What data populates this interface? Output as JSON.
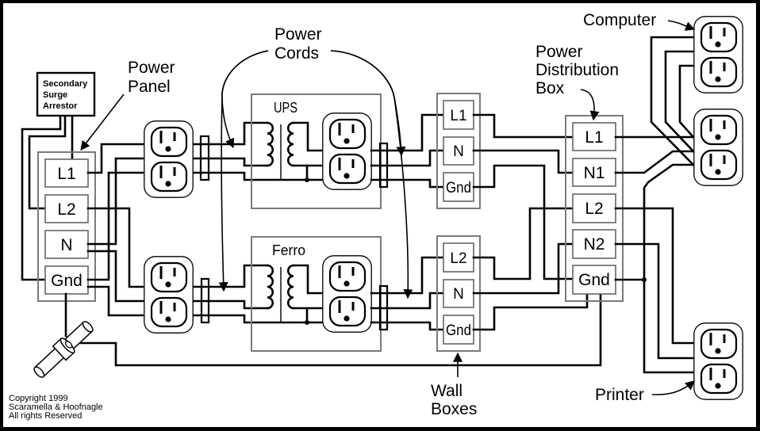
{
  "labels": {
    "secondary_surge_arrestor": [
      "Secondary",
      "Surge",
      "Arrestor"
    ],
    "power_panel": [
      "Power",
      "Panel"
    ],
    "power_cords": [
      "Power",
      "Cords"
    ],
    "ups": "UPS",
    "ferro": "Ferro",
    "power_distribution_box": [
      "Power",
      "Distribution",
      "Box"
    ],
    "computer": "Computer",
    "printer": "Printer",
    "wall_boxes": [
      "Wall",
      "Boxes"
    ]
  },
  "power_panel_terminals": [
    "L1",
    "L2",
    "N",
    "Gnd"
  ],
  "wall_box_upper_terminals": [
    "L1",
    "N",
    "Gnd"
  ],
  "wall_box_lower_terminals": [
    "L2",
    "N",
    "Gnd"
  ],
  "pdb_terminals": [
    "L1",
    "N1",
    "L2",
    "N2",
    "Gnd"
  ],
  "copyright": [
    "Copyright 1999",
    "Scaramella & Hoofnagle",
    "All rights Reserved"
  ]
}
